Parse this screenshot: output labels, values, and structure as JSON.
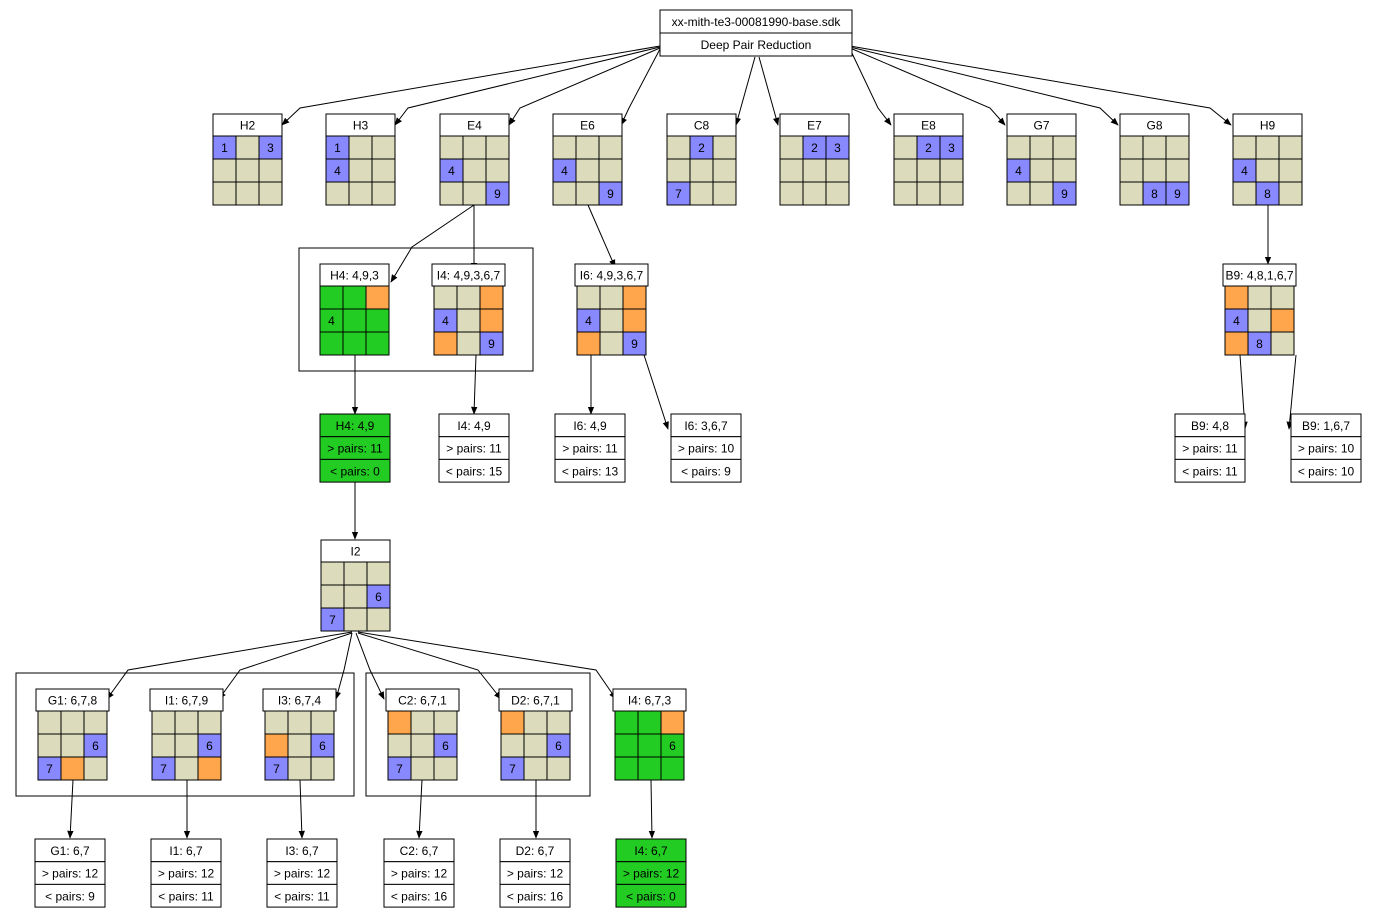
{
  "colors": {
    "empty": "#dcdbbb",
    "given": "#8888ff",
    "highlight": "#ffa64d",
    "success": "#22cc22",
    "edge": "#000000",
    "border": "#000000",
    "background": "#ffffff"
  },
  "root": {
    "title": "xx-mith-te3-00081990-base.sdk",
    "subtitle": "Deep Pair Reduction"
  },
  "cells": [
    {
      "name": "H2",
      "title": "H2",
      "grid": [
        [
          "b1",
          "e",
          "b3"
        ],
        [
          "e",
          "e",
          "e"
        ],
        [
          "e",
          "e",
          "e"
        ]
      ]
    },
    {
      "name": "H3",
      "title": "H3",
      "grid": [
        [
          "b1",
          "e",
          "e"
        ],
        [
          "b4",
          "e",
          "e"
        ],
        [
          "e",
          "e",
          "e"
        ]
      ]
    },
    {
      "name": "E4",
      "title": "E4",
      "grid": [
        [
          "e",
          "e",
          "e"
        ],
        [
          "b4",
          "e",
          "e"
        ],
        [
          "e",
          "e",
          "b9"
        ]
      ]
    },
    {
      "name": "E6",
      "title": "E6",
      "grid": [
        [
          "e",
          "e",
          "e"
        ],
        [
          "b4",
          "e",
          "e"
        ],
        [
          "e",
          "e",
          "b9"
        ]
      ]
    },
    {
      "name": "C8",
      "title": "C8",
      "grid": [
        [
          "e",
          "b2",
          "e"
        ],
        [
          "e",
          "e",
          "e"
        ],
        [
          "b7",
          "e",
          "e"
        ]
      ]
    },
    {
      "name": "E7",
      "title": "E7",
      "grid": [
        [
          "e",
          "b2",
          "b3"
        ],
        [
          "e",
          "e",
          "e"
        ],
        [
          "e",
          "e",
          "e"
        ]
      ]
    },
    {
      "name": "E8",
      "title": "E8",
      "grid": [
        [
          "e",
          "b2",
          "b3"
        ],
        [
          "e",
          "e",
          "e"
        ],
        [
          "e",
          "e",
          "e"
        ]
      ]
    },
    {
      "name": "G7",
      "title": "G7",
      "grid": [
        [
          "e",
          "e",
          "e"
        ],
        [
          "b4",
          "e",
          "e"
        ],
        [
          "e",
          "e",
          "b9"
        ]
      ]
    },
    {
      "name": "G8",
      "title": "G8",
      "grid": [
        [
          "e",
          "e",
          "e"
        ],
        [
          "e",
          "e",
          "e"
        ],
        [
          "e",
          "b8",
          "b9"
        ]
      ]
    },
    {
      "name": "H9",
      "title": "H9",
      "grid": [
        [
          "e",
          "e",
          "e"
        ],
        [
          "b4",
          "e",
          "e"
        ],
        [
          "e",
          "b8",
          "e"
        ]
      ]
    }
  ],
  "groups": [
    {
      "name": "h4",
      "title": "H4: 4,9,3",
      "grid": [
        [
          "g",
          "g",
          "o"
        ],
        [
          "g4",
          "g",
          "g"
        ],
        [
          "g",
          "g",
          "g"
        ]
      ]
    },
    {
      "name": "i4",
      "title": "I4: 4,9,3,6,7",
      "grid": [
        [
          "e",
          "e",
          "o"
        ],
        [
          "b4",
          "e",
          "o"
        ],
        [
          "o",
          "e",
          "b9"
        ]
      ]
    },
    {
      "name": "i6",
      "title": "I6: 4,9,3,6,7",
      "grid": [
        [
          "e",
          "e",
          "o"
        ],
        [
          "b4",
          "e",
          "o"
        ],
        [
          "o",
          "e",
          "b9"
        ]
      ]
    },
    {
      "name": "b9",
      "title": "B9: 4,8,1,6,7",
      "grid": [
        [
          "o",
          "e",
          "e"
        ],
        [
          "b4",
          "e",
          "o"
        ],
        [
          "o",
          "b8",
          "e"
        ]
      ]
    },
    {
      "name": "i2",
      "title": "I2",
      "grid": [
        [
          "e",
          "e",
          "e"
        ],
        [
          "e",
          "e",
          "b6"
        ],
        [
          "b7",
          "e",
          "e"
        ]
      ]
    },
    {
      "name": "g1",
      "title": "G1: 6,7,8",
      "grid": [
        [
          "e",
          "e",
          "e"
        ],
        [
          "e",
          "e",
          "b6"
        ],
        [
          "b7",
          "o",
          "e"
        ]
      ]
    },
    {
      "name": "i1",
      "title": "I1: 6,7,9",
      "grid": [
        [
          "e",
          "e",
          "e"
        ],
        [
          "e",
          "e",
          "b6"
        ],
        [
          "b7",
          "e",
          "o"
        ]
      ]
    },
    {
      "name": "i3",
      "title": "I3: 6,7,4",
      "grid": [
        [
          "e",
          "e",
          "e"
        ],
        [
          "o",
          "e",
          "b6"
        ],
        [
          "b7",
          "e",
          "e"
        ]
      ]
    },
    {
      "name": "c2",
      "title": "C2: 6,7,1",
      "grid": [
        [
          "o",
          "e",
          "e"
        ],
        [
          "e",
          "e",
          "b6"
        ],
        [
          "b7",
          "e",
          "e"
        ]
      ]
    },
    {
      "name": "d2",
      "title": "D2: 6,7,1",
      "grid": [
        [
          "o",
          "e",
          "e"
        ],
        [
          "e",
          "e",
          "b6"
        ],
        [
          "b7",
          "e",
          "e"
        ]
      ]
    },
    {
      "name": "i4b",
      "title": "I4: 6,7,3",
      "grid": [
        [
          "g",
          "g",
          "o"
        ],
        [
          "g",
          "g",
          "g6"
        ],
        [
          "g",
          "g",
          "g"
        ]
      ]
    }
  ],
  "pairs": [
    {
      "name": "h4-pairs",
      "lines": [
        "H4: 4,9",
        "> pairs: 11",
        "< pairs: 0"
      ],
      "success": true
    },
    {
      "name": "i4-pairs",
      "lines": [
        "I4: 4,9",
        "> pairs: 11",
        "< pairs: 15"
      ],
      "success": false
    },
    {
      "name": "i6a-pairs",
      "lines": [
        "I6: 4,9",
        "> pairs: 11",
        "< pairs: 13"
      ],
      "success": false
    },
    {
      "name": "i6b-pairs",
      "lines": [
        "I6: 3,6,7",
        "> pairs: 10",
        "< pairs: 9"
      ],
      "success": false
    },
    {
      "name": "b9a-pairs",
      "lines": [
        "B9: 4,8",
        "> pairs: 11",
        "< pairs: 11"
      ],
      "success": false
    },
    {
      "name": "b9b-pairs",
      "lines": [
        "B9: 1,6,7",
        "> pairs: 10",
        "< pairs: 10"
      ],
      "success": false
    },
    {
      "name": "g1-pairs",
      "lines": [
        "G1: 6,7",
        "> pairs: 12",
        "< pairs: 9"
      ],
      "success": false
    },
    {
      "name": "i1-pairs",
      "lines": [
        "I1: 6,7",
        "> pairs: 12",
        "< pairs: 11"
      ],
      "success": false
    },
    {
      "name": "i3-pairs",
      "lines": [
        "I3: 6,7",
        "> pairs: 12",
        "< pairs: 11"
      ],
      "success": false
    },
    {
      "name": "c2-pairs",
      "lines": [
        "C2: 6,7",
        "> pairs: 12",
        "< pairs: 16"
      ],
      "success": false
    },
    {
      "name": "d2-pairs",
      "lines": [
        "D2: 6,7",
        "> pairs: 12",
        "< pairs: 16"
      ],
      "success": false
    },
    {
      "name": "i4b-pairs",
      "lines": [
        "I4: 6,7",
        "> pairs: 12",
        "< pairs: 0"
      ],
      "success": true
    }
  ]
}
